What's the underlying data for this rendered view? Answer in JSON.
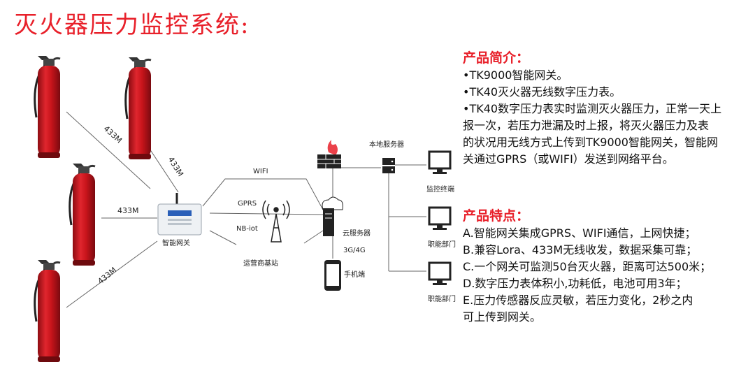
{
  "title": "灭火器压力监控系统:",
  "colors": {
    "title_red": "#e8202a",
    "extinguisher_red": "#c8141b",
    "line_gray": "#666666"
  },
  "diagram": {
    "link_labels": [
      "433M",
      "433M",
      "433M",
      "433M"
    ],
    "gateway_label": "智能网关",
    "tower_label": "运营商基站",
    "channel_labels": [
      "WIFI",
      "GPRS",
      "NB-iot"
    ],
    "cloud_server_label": "云服务器",
    "mobile_net_label": "3G/4G",
    "phone_label": "手机端",
    "local_server_label": "本地服务器",
    "terminal_labels": [
      "监控终端",
      "职能部门",
      "职能部门"
    ],
    "icons": [
      "fire-extinguisher-icon",
      "gateway-device-icon",
      "cell-tower-icon",
      "firewall-icon",
      "server-icon",
      "cloud-icon",
      "smartphone-icon",
      "monitor-icon"
    ]
  },
  "intro": {
    "heading": "产品简介：",
    "lines": [
      "•TK9000智能网关。",
      "•TK40灭火器无线数字压力表。",
      "•TK40数字压力表实时监测灭火器压力，正常一天上",
      "报一次，若压力泄漏及时上报，将灭火器压力及表",
      "的状况用无线方式上传到TK9000智能网关，智能网",
      "关通过GPRS（或WIFI）发送到网络平台。"
    ]
  },
  "features": {
    "heading": "产品特点：",
    "lines": [
      "A.智能网关集成GPRS、WIFI通信，上网快捷；",
      "B.兼容Lora、433M无线收发，数据采集可靠；",
      "C.一个网关可监测50台灭火器，距离可达500米；",
      "D.数字压力表体积小,功耗低，电池可用3年；",
      "E.压力传感器反应灵敏，若压力变化，2秒之内",
      "可上传到网关。"
    ]
  }
}
